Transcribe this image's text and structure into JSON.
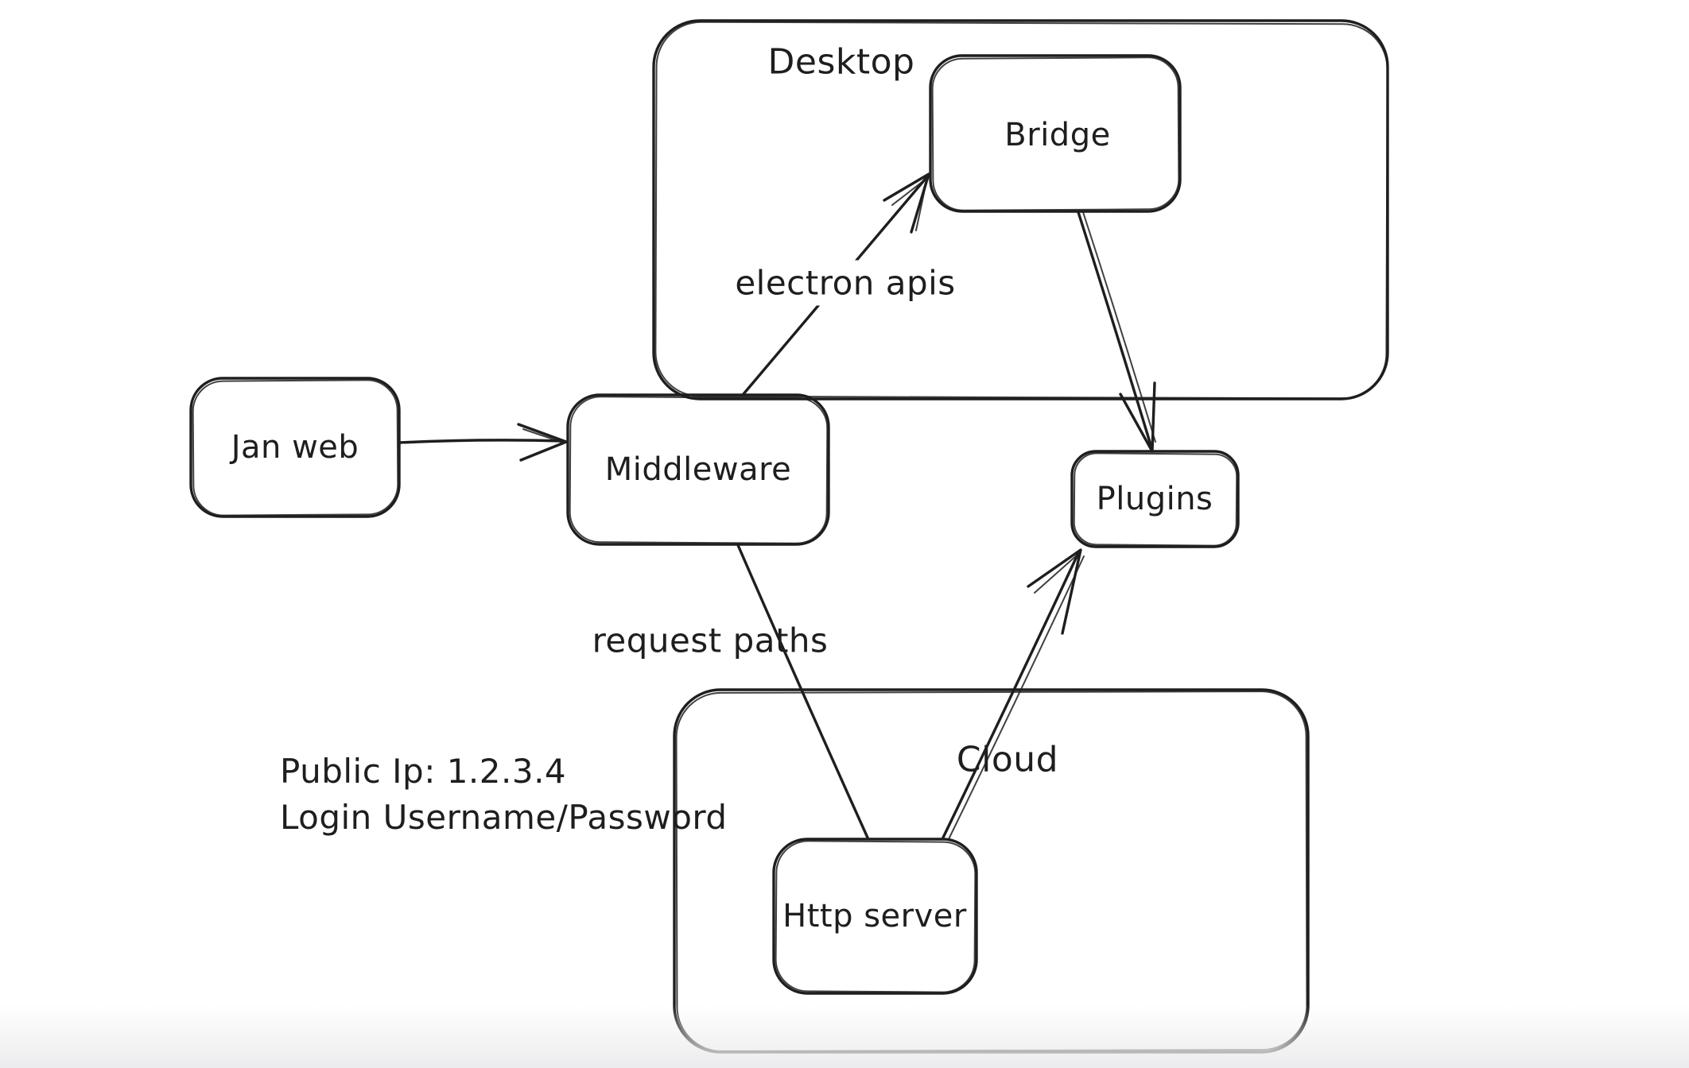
{
  "colors": {
    "stroke": "#1e1e1e",
    "canvas": "#ffffff",
    "bottom_fade": "#ececee"
  },
  "containers": {
    "desktop": {
      "label": "Desktop"
    },
    "cloud": {
      "label": "Cloud"
    }
  },
  "nodes": {
    "jan_web": {
      "label": "Jan web"
    },
    "middleware": {
      "label": "Middleware"
    },
    "bridge": {
      "label": "Bridge"
    },
    "plugins": {
      "label": "Plugins"
    },
    "http_server": {
      "label": "Http server"
    }
  },
  "edge_labels": {
    "electron_apis": "electron apis",
    "request_paths": "request paths"
  },
  "edges": [
    {
      "from": "Jan web",
      "to": "Middleware",
      "label": "",
      "arrowhead": "end"
    },
    {
      "from": "Middleware",
      "to": "Bridge",
      "label": "electron apis",
      "arrowhead": "end"
    },
    {
      "from": "Bridge",
      "to": "Plugins",
      "label": "",
      "arrowhead": "end"
    },
    {
      "from": "Middleware",
      "to": "Http server",
      "label": "request paths",
      "arrowhead": "none"
    },
    {
      "from": "Http server",
      "to": "Plugins",
      "label": "",
      "arrowhead": "end"
    }
  ],
  "annotations": {
    "public_ip": "Public Ip: 1.2.3.4",
    "login": "Login Username/Password"
  }
}
